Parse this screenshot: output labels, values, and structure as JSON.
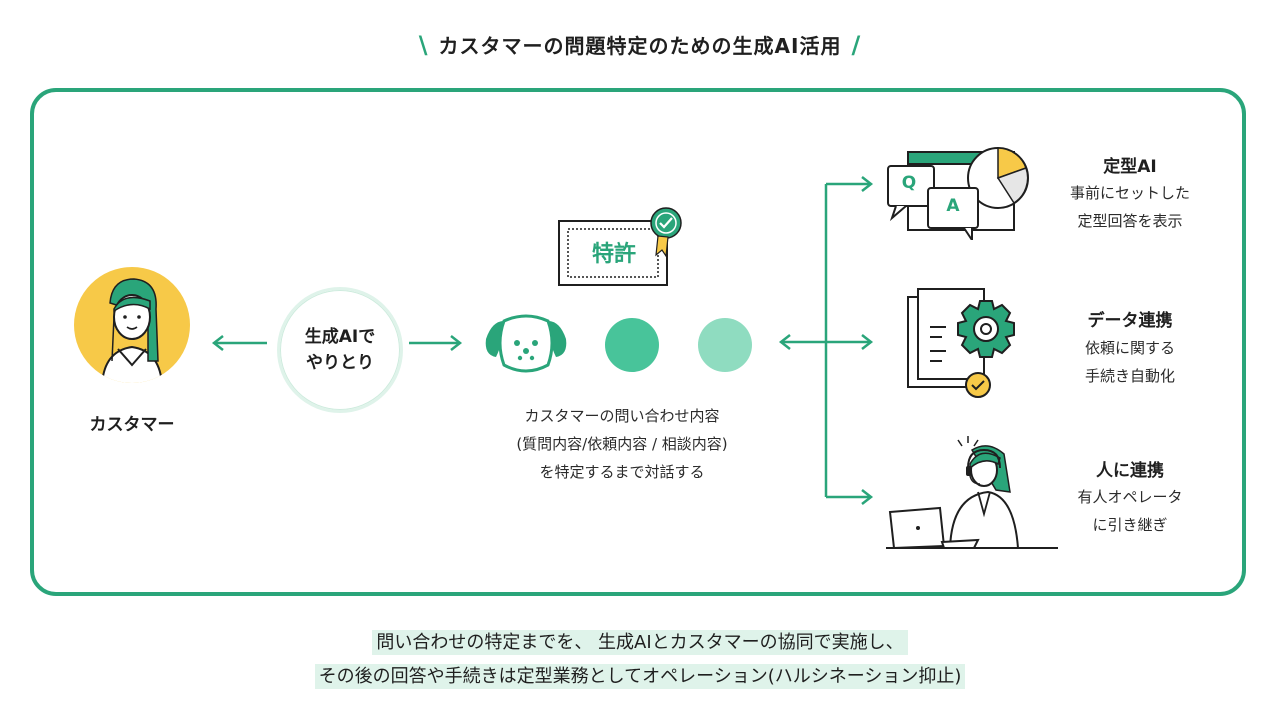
{
  "title": "カスタマーの問題特定のための生成AI活用",
  "customer": {
    "label": "カスタマー"
  },
  "bubble": {
    "line1": "生成AIで",
    "line2": "やりとり"
  },
  "patent": {
    "label": "特許"
  },
  "dialog": {
    "line1": "カスタマーの問い合わせ内容",
    "line2": "(質問内容/依頼内容 / 相談内容)",
    "line3": "を特定するまで対話する"
  },
  "options": [
    {
      "title": "定型AI",
      "desc1": "事前にセットした",
      "desc2": "定型回答を表示",
      "q": "Q",
      "a": "A"
    },
    {
      "title": "データ連携",
      "desc1": "依頼に関する",
      "desc2": "手続き自動化"
    },
    {
      "title": "人に連携",
      "desc1": "有人オペレータ",
      "desc2": "に引き継ぎ"
    }
  ],
  "footer": {
    "line1": "問い合わせの特定までを、 生成AIとカスタマーの協同で実施し、",
    "line2": "その後の回答や手続きは定型業務としてオペレーション(ハルシネーション抑止)"
  },
  "colors": {
    "green": "#2aa57a",
    "green_mid": "#48c49a",
    "green_light": "#8fdcc0",
    "yellow": "#f7c948",
    "highlight": "#dff3ea"
  }
}
